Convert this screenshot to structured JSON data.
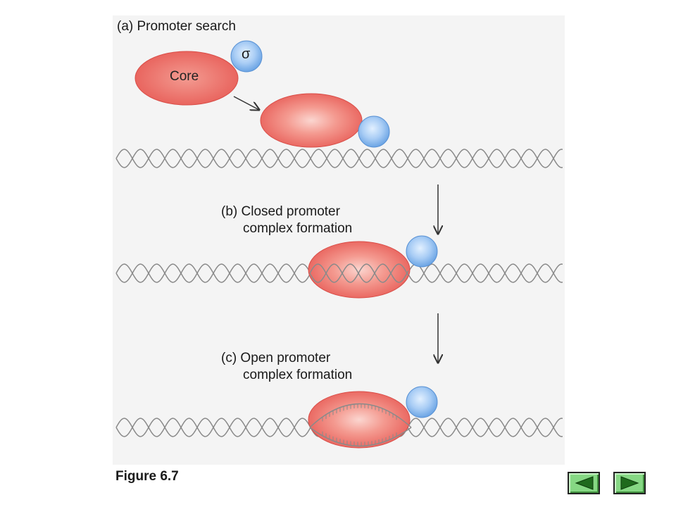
{
  "panels": {
    "a": {
      "title": "(a) Promoter search"
    },
    "b": {
      "title_line1": "(b) Closed promoter",
      "title_line2": "complex formation"
    },
    "c": {
      "title_line1": "(c) Open promoter",
      "title_line2": "complex formation"
    }
  },
  "molecules": {
    "core_label": "Core",
    "sigma_label": "σ"
  },
  "caption": "Figure 6.7",
  "navigation": {
    "prev_icon": "triangle-left-icon",
    "next_icon": "triangle-right-icon"
  },
  "colors": {
    "core": "#e8605a",
    "core_highlight": "#fbd6d0",
    "sigma": "#7fb4ec",
    "sigma_highlight": "#e2f0ff",
    "dna": "#8a8a8a",
    "nav_button": "#86d884"
  }
}
